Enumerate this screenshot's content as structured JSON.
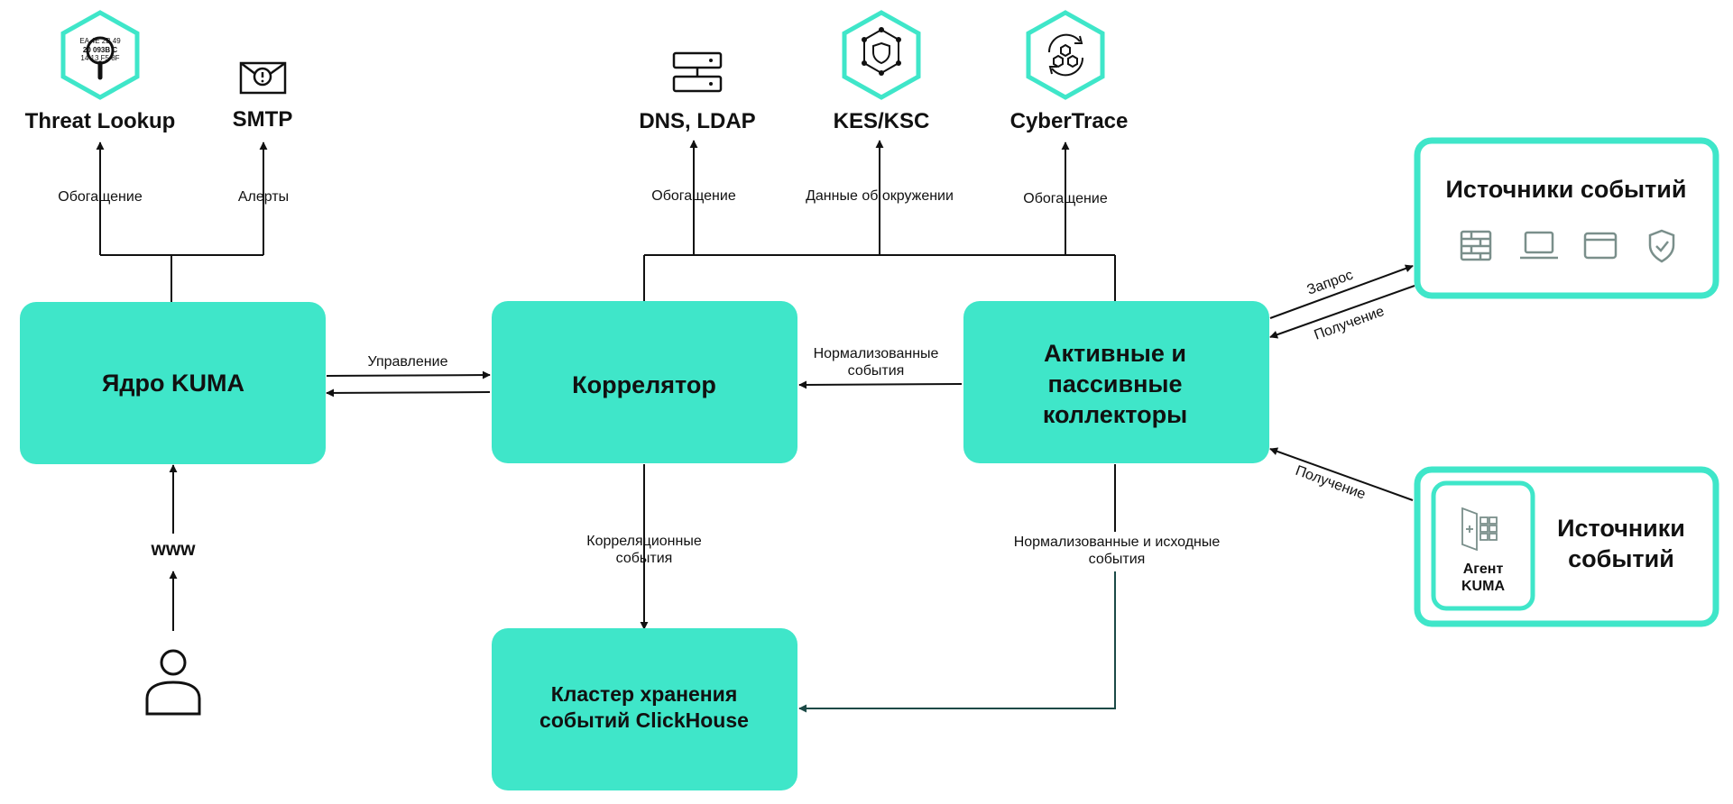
{
  "colors": {
    "box": "#3fe6c9",
    "teal_border": "#3fe6c9",
    "ink": "#111111",
    "icon_gray": "#7a8f8b",
    "teal_line": "#1c4a46"
  },
  "top_services": {
    "threat_lookup": {
      "label": "Threat Lookup",
      "icon": "magnifier-hex-icon",
      "hex_text": [
        "EA 4E 2B 49",
        "20 093B C",
        "14 13 F5 8F"
      ]
    },
    "smtp": {
      "label": "SMTP",
      "icon": "envelope-alert-icon"
    },
    "dns_ldap": {
      "label": "DNS, LDAP",
      "icon": "server-icon"
    },
    "kes_ksc": {
      "label": "KES/KSC",
      "icon": "shield-hex-icon"
    },
    "cybertrace": {
      "label": "CyberTrace",
      "icon": "cycle-hex-icon"
    }
  },
  "boxes": {
    "core": "Ядро KUMA",
    "correlator": "Коррелятор",
    "collectors": [
      "Активные и",
      "пассивные",
      "коллекторы"
    ],
    "storage": [
      "Кластер хранения",
      "событий ClickHouse"
    ]
  },
  "edge_labels": {
    "enrich_threat": "Обогащение",
    "alerts": "Алерты",
    "enrich_dns": "Обогащение",
    "env_data": "Данные об окружении",
    "enrich_cybertrace": "Обогащение",
    "management": "Управление",
    "normalized": [
      "Нормализованные",
      "события"
    ],
    "correlation_events": [
      "Корреляционные",
      "события"
    ],
    "normalized_raw": [
      "Нормализованные и исходные",
      "события"
    ],
    "request": "Запрос",
    "receive_top": "Получение",
    "receive_bottom": "Получение"
  },
  "user": {
    "www": "www",
    "icon": "user-icon"
  },
  "sources_top": {
    "title": "Источники событий",
    "icons": [
      "firewall-icon",
      "laptop-icon",
      "window-icon",
      "shield-check-icon"
    ]
  },
  "sources_bottom": {
    "title": [
      "Источники",
      "событий"
    ],
    "agent": [
      "Агент",
      "KUMA"
    ],
    "agent_icon": "agent-windows-icon"
  }
}
